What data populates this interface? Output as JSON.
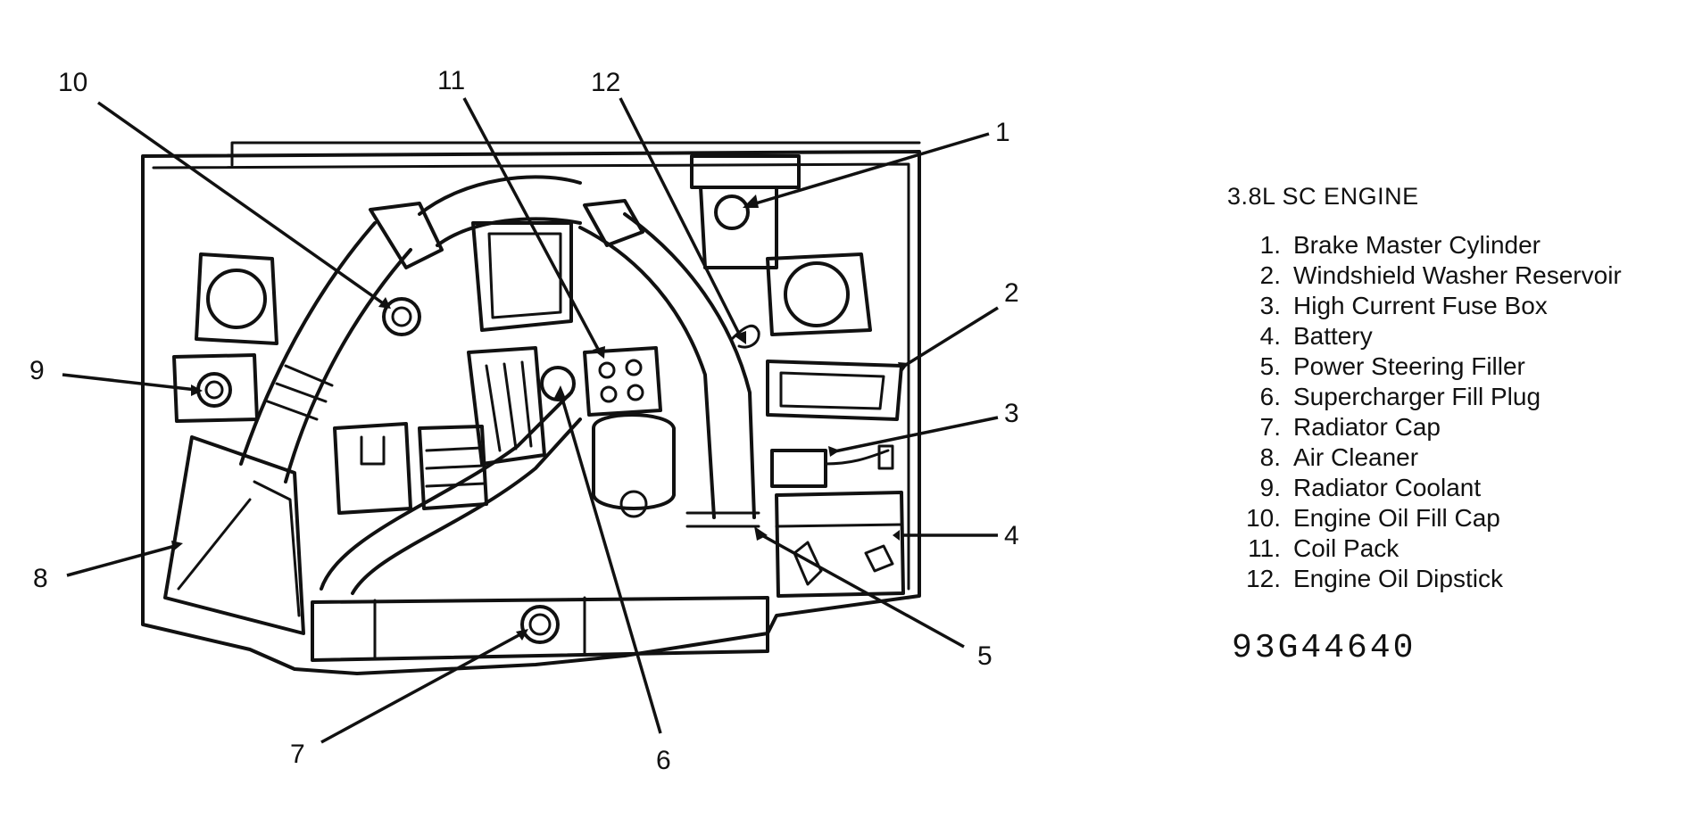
{
  "legend": {
    "title": "3.8L SC ENGINE",
    "items": [
      {
        "number": "1.",
        "label": "Brake Master Cylinder"
      },
      {
        "number": "2.",
        "label": "Windshield Washer Reservoir"
      },
      {
        "number": "3.",
        "label": "High Current Fuse Box"
      },
      {
        "number": "4.",
        "label": "Battery"
      },
      {
        "number": "5.",
        "label": "Power Steering Filler"
      },
      {
        "number": "6.",
        "label": "Supercharger Fill Plug"
      },
      {
        "number": "7.",
        "label": "Radiator Cap"
      },
      {
        "number": "8.",
        "label": "Air Cleaner"
      },
      {
        "number": "9.",
        "label": "Radiator Coolant"
      },
      {
        "number": "10.",
        "label": "Engine Oil Fill Cap"
      },
      {
        "number": "11.",
        "label": "Coil Pack"
      },
      {
        "number": "12.",
        "label": "Engine Oil Dipstick"
      }
    ]
  },
  "callouts": [
    "1",
    "2",
    "3",
    "4",
    "5",
    "6",
    "7",
    "8",
    "9",
    "10",
    "11",
    "12"
  ],
  "figure_code": "93G44640"
}
